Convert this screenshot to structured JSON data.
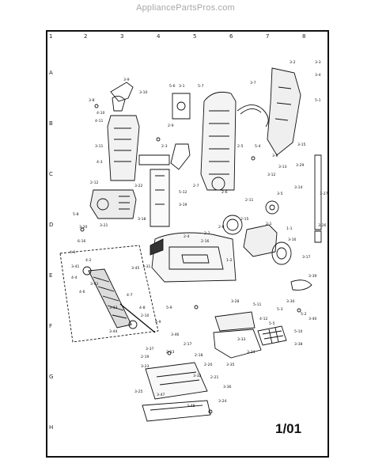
{
  "watermark": "AppliancePartsPros.com",
  "sheet_code": "1/01",
  "grid": {
    "columns": [
      "1",
      "2",
      "3",
      "4",
      "5",
      "6",
      "7",
      "8"
    ],
    "rows": [
      "A",
      "B",
      "C",
      "D",
      "E",
      "F",
      "G",
      "H"
    ]
  },
  "callouts": [
    "3-9",
    "3-10",
    "3-8",
    "4-10",
    "4-11",
    "3-11",
    "4-3",
    "3-22",
    "2-12",
    "5-8",
    "3-20",
    "3-21",
    "6-16",
    "3-1",
    "5-6",
    "5-7",
    "2-7",
    "2-6",
    "5-4",
    "3-7",
    "3-2",
    "3-3",
    "3-4",
    "5-1",
    "2-11",
    "2-9",
    "3-6",
    "2-5",
    "2-3",
    "3-5",
    "3-13",
    "3-12",
    "3-15",
    "3-14",
    "3-29",
    "3-27",
    "3-26",
    "5-12",
    "3-19",
    "2-15",
    "2-16",
    "2-8",
    "2-2",
    "2-1",
    "1-2",
    "3-16",
    "3-17",
    "3-18",
    "2-4",
    "3-28",
    "3-30",
    "5-9",
    "2-10",
    "2-19",
    "2-13",
    "3-23",
    "3-24",
    "3-25",
    "3-31",
    "4-1",
    "4-2",
    "4-4",
    "4-6",
    "4-7",
    "4-8",
    "4-9",
    "4-12",
    "5-2",
    "5-3",
    "5-5",
    "5-10",
    "5-11",
    "2-17",
    "2-18",
    "2-20",
    "2-21",
    "3-32",
    "3-33",
    "3-34",
    "3-35",
    "3-36",
    "3-37",
    "3-38",
    "3-39",
    "3-40",
    "3-41",
    "3-42",
    "3-43",
    "3-44",
    "3-45",
    "3-46",
    "3-47",
    "3-48",
    "1-1"
  ]
}
